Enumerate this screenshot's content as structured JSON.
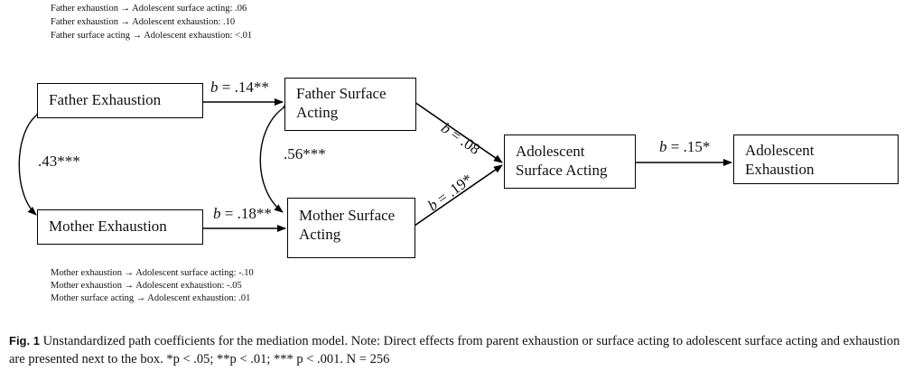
{
  "notes_top": [
    "Father exhaustion → Adolescent surface acting: .06",
    "Father exhaustion → Adolescent exhaustion: .10",
    "Father surface acting → Adolescent exhaustion: <.01"
  ],
  "notes_bottom": [
    "Mother exhaustion → Adolescent surface acting: -.10",
    "Mother exhaustion → Adolescent exhaustion: -.05",
    "Mother surface acting → Adolescent exhaustion: .01"
  ],
  "nodes": {
    "father_exhaustion": [
      "Father Exhaustion"
    ],
    "mother_exhaustion": [
      "Mother Exhaustion"
    ],
    "father_surface_acting": [
      "Father Surface",
      "Acting"
    ],
    "mother_surface_acting": [
      "Mother Surface",
      "Acting"
    ],
    "adolescent_surface_acting": [
      "Adolescent",
      "Surface Acting"
    ],
    "adolescent_exhaustion": [
      "Adolescent",
      "Exhaustion"
    ]
  },
  "paths": {
    "father_exh_to_father_sa": ".14**",
    "mother_exh_to_mother_sa": ".18**",
    "father_sa_to_adol_sa": ".08",
    "mother_sa_to_adol_sa": ".19*",
    "adol_sa_to_adol_exh": ".15*",
    "coef_prefix": "b = "
  },
  "correlations": {
    "father_mother_exhaustion": ".43***",
    "father_mother_surface_acting": ".56***"
  },
  "caption": {
    "label": "Fig. 1",
    "text": "Unstandardized path coefficients for the mediation model. Note: Direct effects from parent exhaustion or surface acting to adolescent surface acting and exhaustion are presented next to the box. *p < .05; **p < .01; *** p < .001. N = 256"
  }
}
